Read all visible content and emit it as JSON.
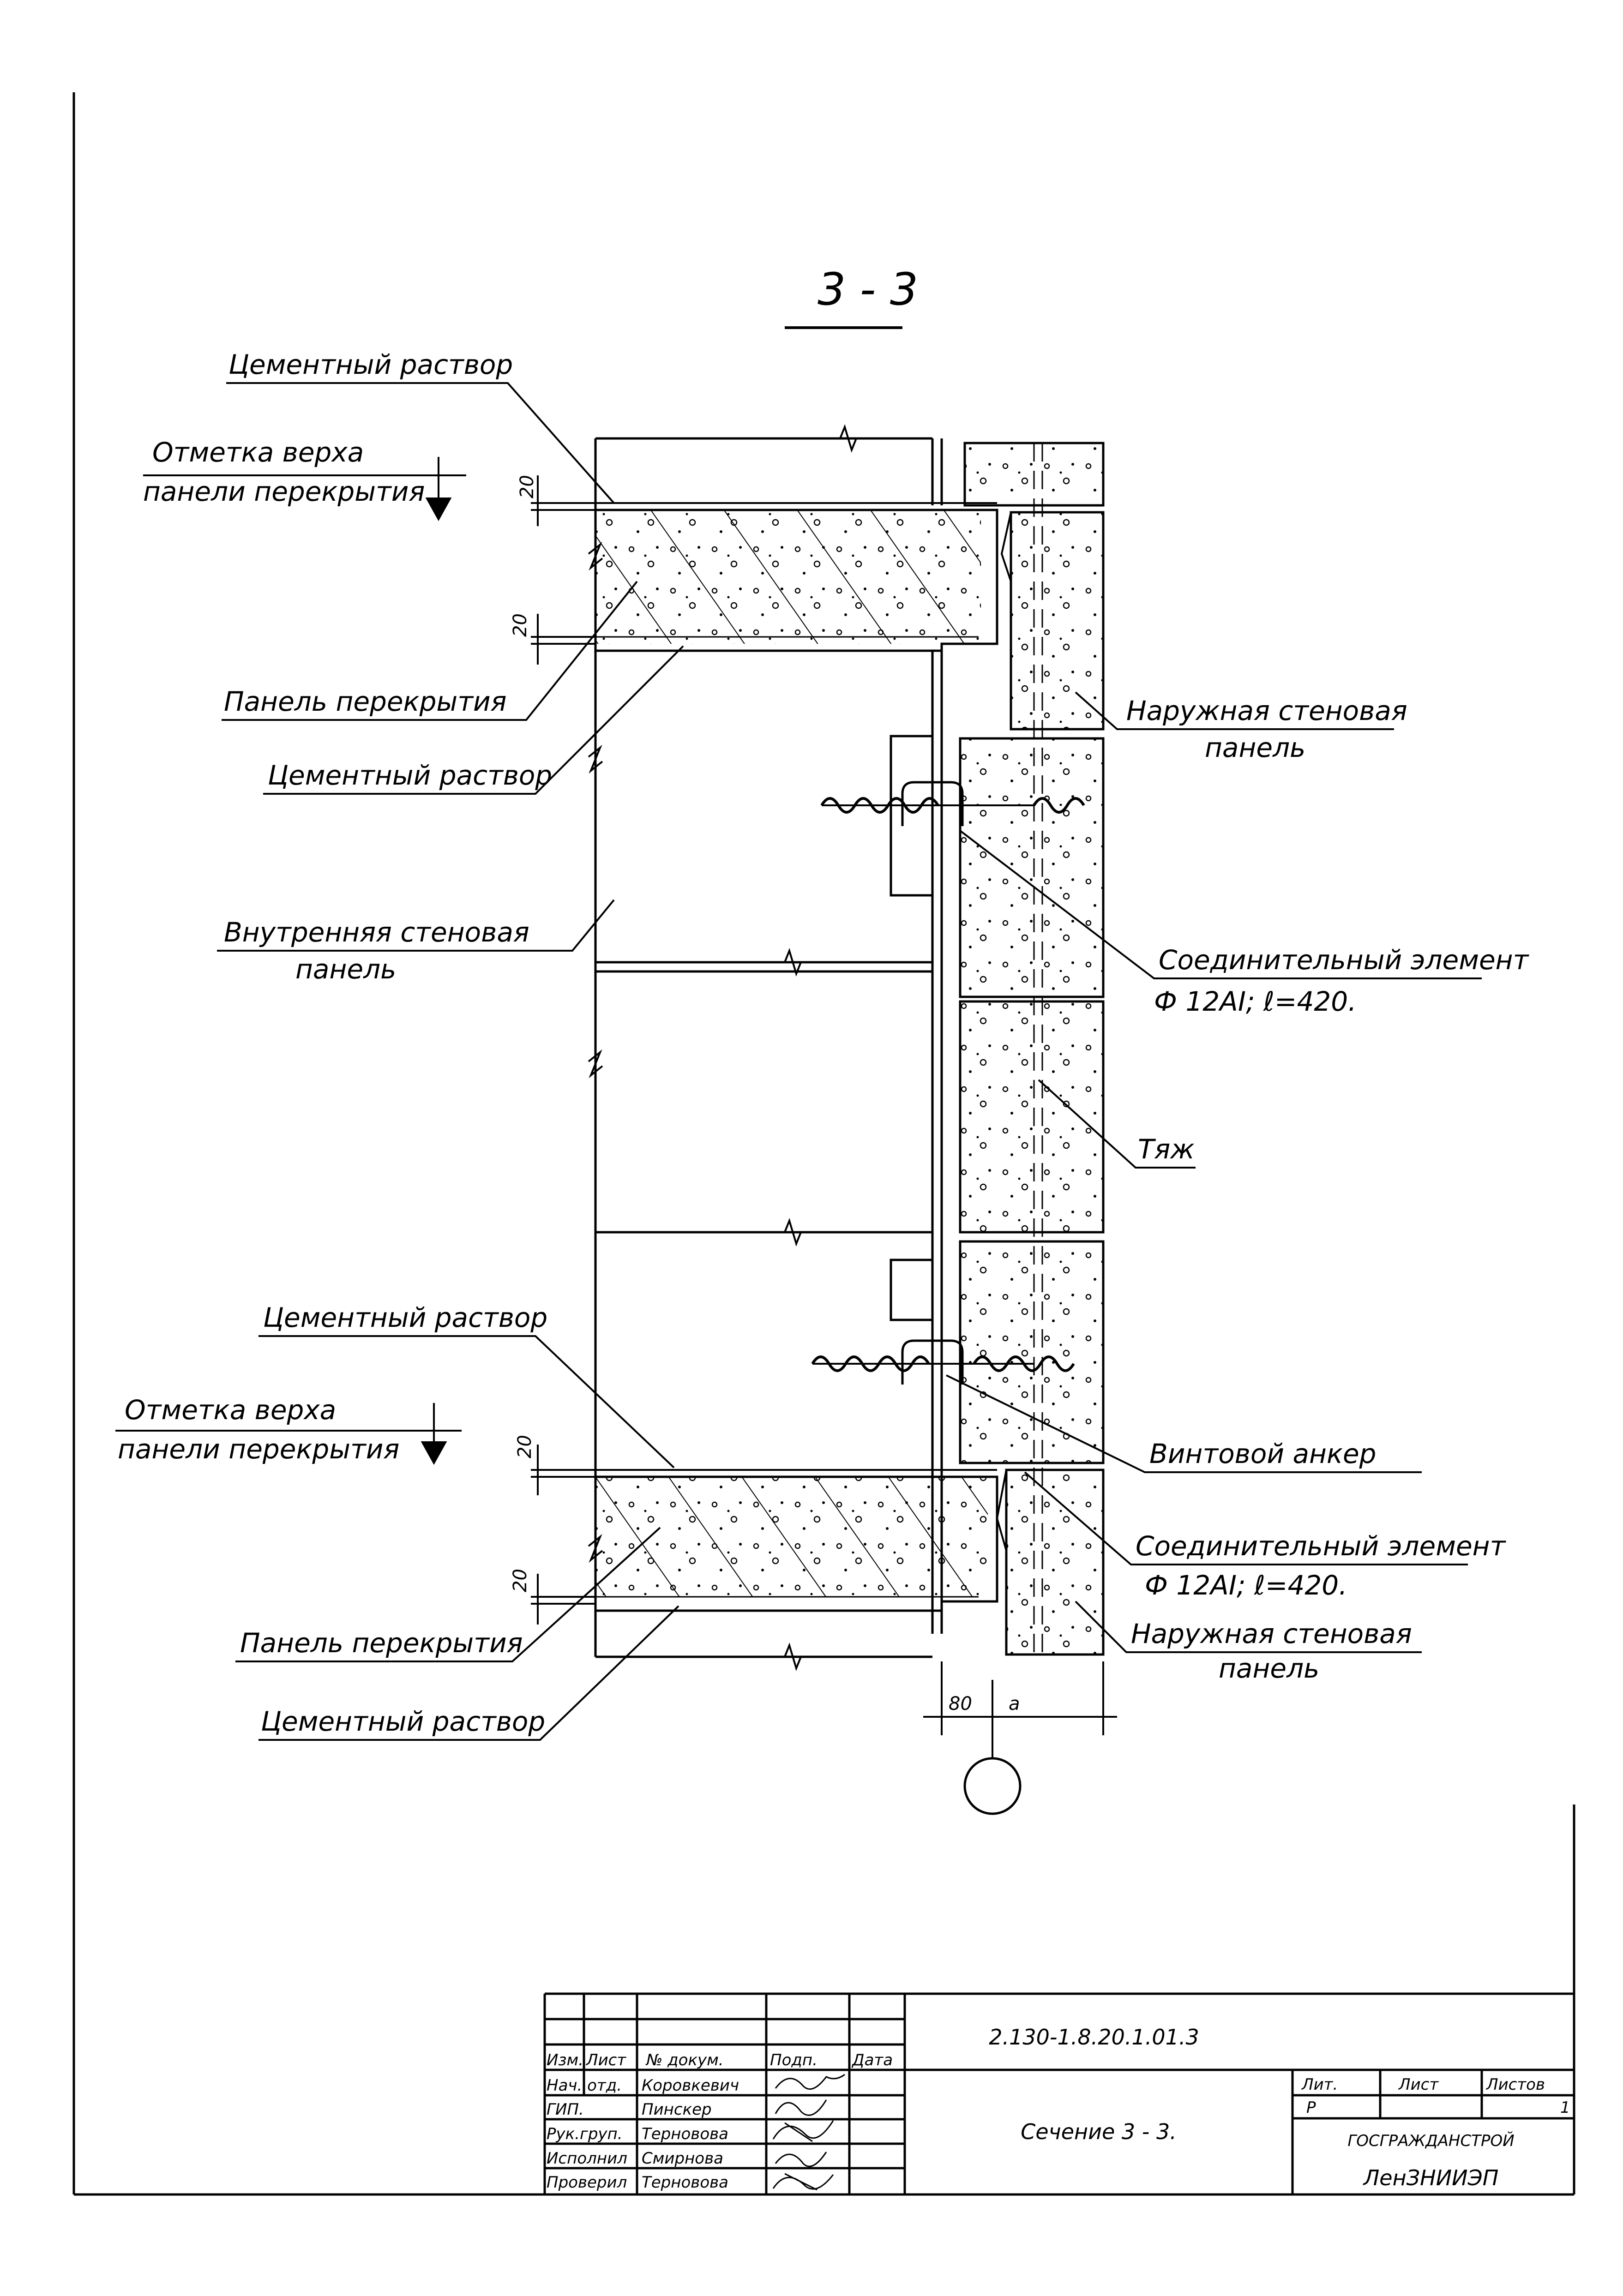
{
  "section_title": "3 - 3",
  "labels": {
    "cement_mortar_1": "Цементный раствор",
    "top_mark_1a": "Отметка  верха",
    "top_mark_1b": "панели перекрытия",
    "floor_panel_1": "Панель перекрытия",
    "cement_mortar_2": "Цементный раствор",
    "inner_panel_a": "Внутренняя стеновая",
    "inner_panel_b": "панель",
    "outer_panel_1a": "Наружная стеновая",
    "outer_panel_1b": "панель",
    "connector_1a": "Соединительный элемент",
    "connector_1b": "Ф 12АI; ℓ=420.",
    "tie": "Тяж",
    "cement_mortar_3": "Цементный раствор",
    "top_mark_2a": "Отметка  верха",
    "top_mark_2b": "панели перекрытия",
    "screw_anchor": "Винтовой анкер",
    "connector_2a": "Соединительный элемент",
    "connector_2b": "Ф 12АI; ℓ=420.",
    "floor_panel_2": "Панель перекрытия",
    "outer_panel_2a": "Наружная стеновая",
    "outer_panel_2b": "панель",
    "cement_mortar_4": "Цементный раствор"
  },
  "dimensions": {
    "d20": "20",
    "d80": "80",
    "da": "a"
  },
  "title_block": {
    "designation": "2.130-1.8.20.1.01.3",
    "sheet_title": "Сечение 3 - 3.",
    "headers": {
      "izm": "Изм.",
      "list": "Лист",
      "doc_no": "№ докум.",
      "sign": "Подп.",
      "date": "Дата"
    },
    "roles": [
      {
        "role": "Нач. отд.",
        "name": "Коровкевич"
      },
      {
        "role": "ГИП.",
        "name": "Пинскер"
      },
      {
        "role": "Рук.груп.",
        "name": "Терновова"
      },
      {
        "role": "Исполнил",
        "name": "Смирнова"
      },
      {
        "role": "Проверил",
        "name": "Терновова"
      }
    ],
    "stage_label": "Лит.",
    "sheet_label": "Лист",
    "sheets_label": "Листов",
    "stage": "Р",
    "sheet_no": "1",
    "org_1": "ГОСГРАЖДАНСТРОЙ",
    "org_2": "ЛенЗНИИЭП"
  }
}
